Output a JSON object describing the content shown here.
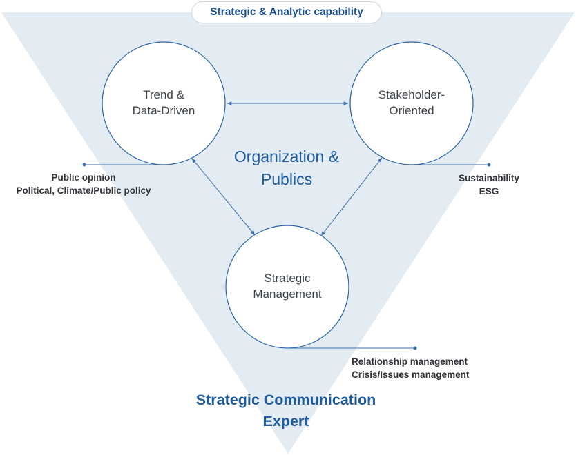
{
  "header": {
    "capability_label": "Strategic & Analytic capability"
  },
  "circles": {
    "trend": {
      "line1": "Trend &",
      "line2": "Data-Driven"
    },
    "stakeholder": {
      "line1": "Stakeholder-",
      "line2": "Oriented"
    },
    "management": {
      "line1": "Strategic",
      "line2": "Management"
    }
  },
  "center": {
    "line1": "Organization &",
    "line2": "Publics"
  },
  "notes": {
    "left": {
      "line1": "Public opinion",
      "line2": "Political, Climate/Public policy"
    },
    "right": {
      "line1": "Sustainability",
      "line2": "ESG"
    },
    "bottom": {
      "line1": "Relationship management",
      "line2": "Crisis/Issues management"
    }
  },
  "footer": {
    "line1": "Strategic Communication",
    "line2": "Expert"
  },
  "colors": {
    "triangle_fill": "#e3ebf3",
    "circle_stroke": "#2b64a8",
    "accent_text": "#1d5a9e",
    "body_text": "#3d434a"
  }
}
